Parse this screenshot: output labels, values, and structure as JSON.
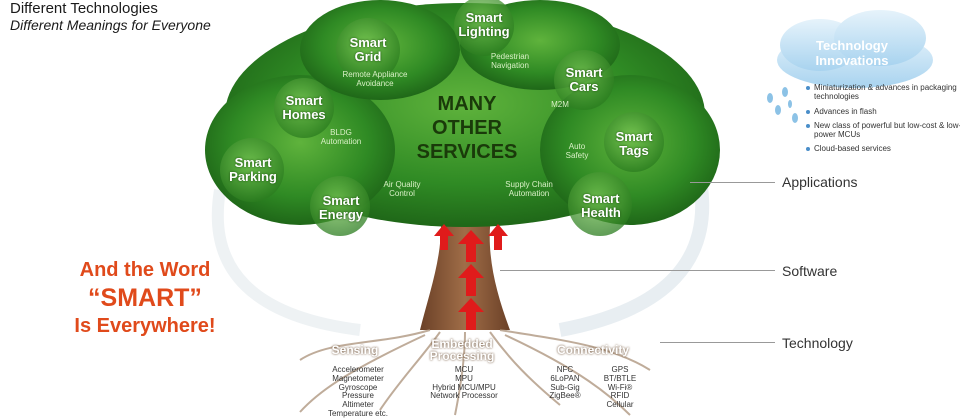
{
  "header": {
    "title": "Different Technologies",
    "subtitle": "Different Meanings for Everyone"
  },
  "tree": {
    "center_text": [
      "MANY",
      "OTHER",
      "SERVICES"
    ],
    "smart_labels": {
      "grid": "Smart\nGrid",
      "lighting": "Smart\nLighting",
      "cars": "Smart\nCars",
      "homes": "Smart\nHomes",
      "tags": "Smart\nTags",
      "parking": "Smart\nParking",
      "energy": "Smart\nEnergy",
      "health": "Smart\nHealth"
    },
    "small_labels": {
      "pedestrian": "Pedestrian\nNavigation",
      "remote": "Remote Appliance\nAvoidance",
      "m2m": "M2M",
      "bldg": "BLDG\nAutomation",
      "auto_safety": "Auto\nSafety",
      "air": "Air Quality\nControl",
      "supply": "Supply Chain\nAutomation"
    }
  },
  "innovations": {
    "title": "Technology\nInnovations",
    "items": [
      "Miniaturization & advances in packaging technologies",
      "Advances in flash",
      "New class of powerful but low-cost & low-power MCUs",
      "Cloud-based services"
    ]
  },
  "layers": {
    "applications": "Applications",
    "software": "Software",
    "technology": "Technology"
  },
  "tagline": {
    "line1": "And the Word",
    "line2": "“SMART”",
    "line3": "Is Everywhere!"
  },
  "roots": {
    "sensing": {
      "title": "Sensing",
      "items": [
        "Accelerometer",
        "Magnetometer",
        "Gyroscope",
        "Pressure",
        "Altimeter",
        "Temperature etc."
      ]
    },
    "processing": {
      "title": "Embedded\nProcessing",
      "items": [
        "MCU",
        "MPU",
        "Hybrid MCU/MPU",
        "Network Processor"
      ]
    },
    "connectivity": {
      "title": "Connectivity",
      "col1": [
        "NFC",
        "6LoPAN",
        "Sub-Gig",
        "ZigBee®"
      ],
      "col2": [
        "GPS",
        "BT/BTLE",
        "Wi-Fi®",
        "RFID",
        "Cellular"
      ]
    }
  },
  "colors": {
    "foliage_dark": "#1f6b1a",
    "foliage_mid": "#3a8f2a",
    "foliage_light": "#6cbf46",
    "trunk": "#8b5a3c",
    "arrow": "#e01b1b",
    "tagline": "#e04a1b",
    "cloud": "#b9dcf2"
  }
}
